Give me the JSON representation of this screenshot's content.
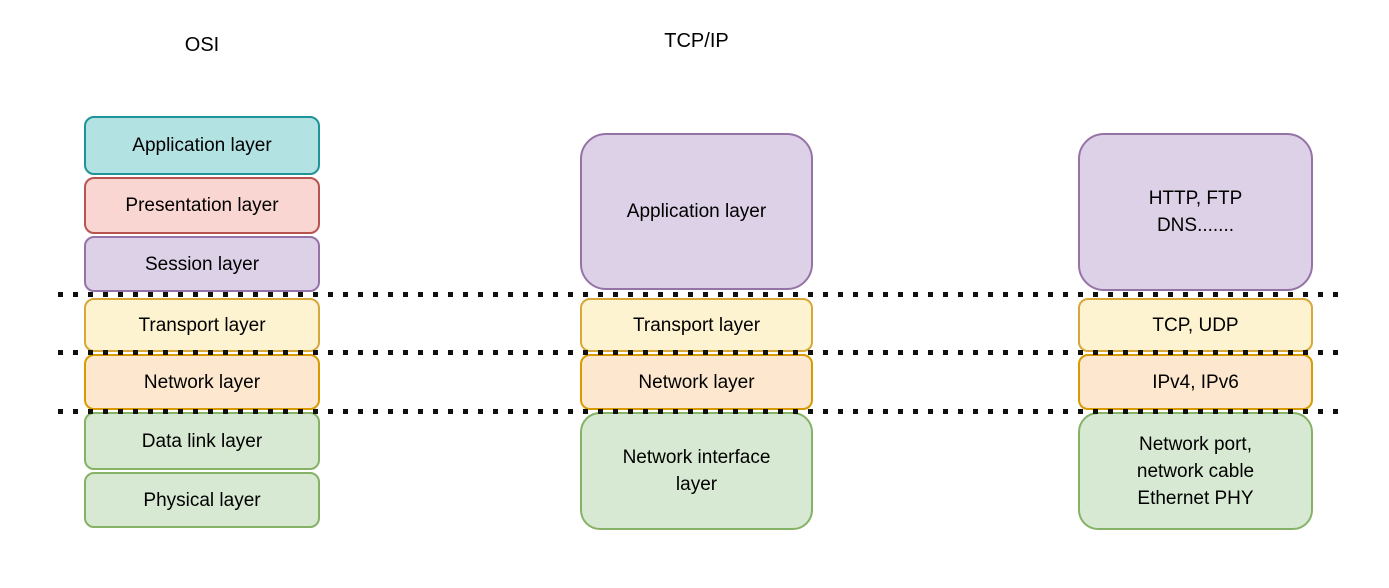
{
  "headers": {
    "osi_label": "OSI",
    "tcpip_label": "TCP/IP"
  },
  "palette": {
    "teal": {
      "fill": "#b3e2e3",
      "stroke": "#1f9398"
    },
    "red": {
      "fill": "#f9d6d1",
      "stroke": "#b85450"
    },
    "purple": {
      "fill": "#ddd1e7",
      "stroke": "#9673a6"
    },
    "yellow": {
      "fill": "#fdf3d1",
      "stroke": "#d8a73a"
    },
    "orange": {
      "fill": "#fde7ce",
      "stroke": "#d79b00"
    },
    "green": {
      "fill": "#d7e9d2",
      "stroke": "#85b266"
    }
  },
  "osi_column": {
    "layers": [
      {
        "label": "Application layer",
        "color": "teal"
      },
      {
        "label": "Presentation layer",
        "color": "red"
      },
      {
        "label": "Session layer",
        "color": "purple"
      },
      {
        "label": "Transport layer",
        "color": "yellow"
      },
      {
        "label": "Network layer",
        "color": "orange"
      },
      {
        "label": "Data link layer",
        "color": "green"
      },
      {
        "label": "Physical layer",
        "color": "green"
      }
    ]
  },
  "tcpip_column": {
    "layers": [
      {
        "label": "Application layer",
        "color": "purple"
      },
      {
        "label": "Transport layer",
        "color": "yellow"
      },
      {
        "label": "Network layer",
        "color": "orange"
      },
      {
        "label": "Network interface layer",
        "color": "green"
      }
    ]
  },
  "protocol_column": {
    "layers": [
      {
        "lines": [
          "HTTP、FTP",
          "DNS......."
        ],
        "color": "purple"
      },
      {
        "lines": [
          "TCP、UDP"
        ],
        "color": "yellow"
      },
      {
        "lines": [
          "IPv4、IPv6"
        ],
        "color": "orange"
      },
      {
        "lines": [
          "Network port,",
          "network cable",
          "Ethernet PHY"
        ],
        "color": "green"
      }
    ]
  }
}
